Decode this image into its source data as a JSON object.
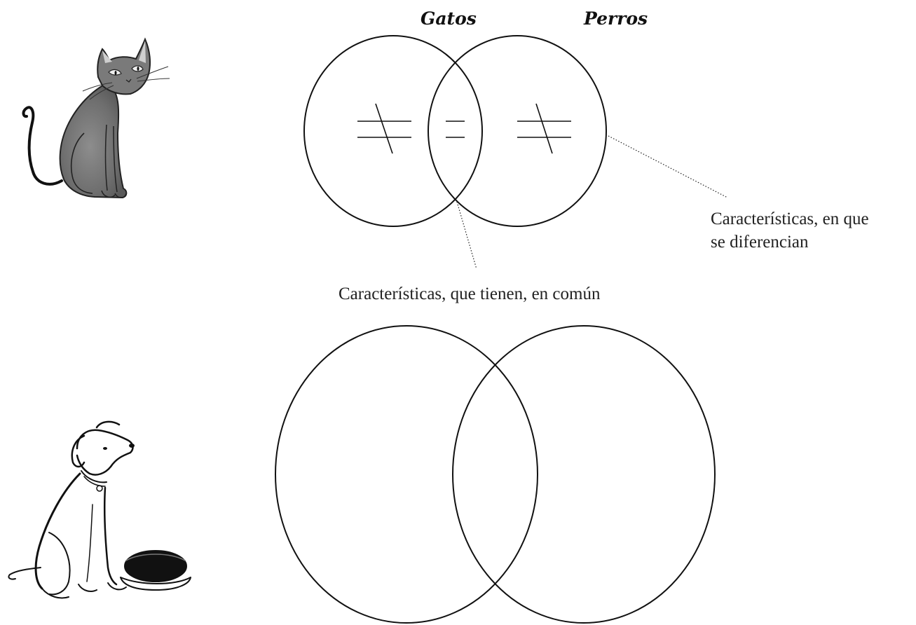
{
  "example": {
    "left_set_label": "Gatos",
    "right_set_label": "Perros",
    "difference_label_line1": "Características, en que",
    "difference_label_line2": "se diferencian",
    "common_label": "Características, que tienen, en común",
    "left_symbol": "not-equal",
    "middle_symbol": "equal",
    "right_symbol": "not-equal"
  },
  "blank_diagram": {
    "left_circle": "empty",
    "right_circle": "empty"
  },
  "illustrations": {
    "top_left": "cat-icon",
    "bottom_left": "dog-icon"
  }
}
